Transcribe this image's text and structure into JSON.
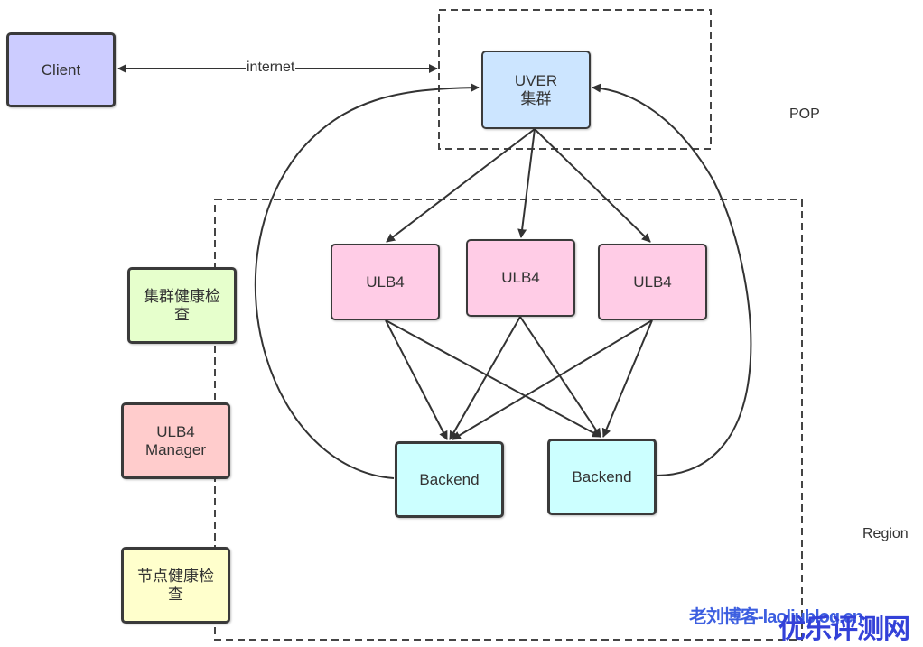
{
  "diagram": {
    "nodes": {
      "client": {
        "label": "Client",
        "color": "#ccccff"
      },
      "uver": {
        "line1": "UVER",
        "line2": "集群",
        "color": "#cce5ff"
      },
      "ulb4_left": {
        "label": "ULB4",
        "color": "#ffcce6"
      },
      "ulb4_mid": {
        "label": "ULB4",
        "color": "#ffcce6"
      },
      "ulb4_right": {
        "label": "ULB4",
        "color": "#ffcce6"
      },
      "backend_left": {
        "label": "Backend",
        "color": "#ccffff"
      },
      "backend_right": {
        "label": "Backend",
        "color": "#ccffff"
      },
      "cluster_health": {
        "line1": "集群健康检",
        "line2": "查",
        "color": "#e6ffcc"
      },
      "ulb4_manager": {
        "line1": "ULB4",
        "line2": "Manager",
        "color": "#ffcccc"
      },
      "node_health": {
        "line1": "节点健康检",
        "line2": "查",
        "color": "#ffffcc"
      }
    },
    "edge_labels": {
      "internet": "internet"
    },
    "regions": {
      "pop": "POP",
      "region": "Region"
    },
    "edges": [
      [
        "client",
        "uver",
        "bidirectional",
        "internet"
      ],
      [
        "uver",
        "ulb4_left"
      ],
      [
        "uver",
        "ulb4_mid"
      ],
      [
        "uver",
        "ulb4_right"
      ],
      [
        "ulb4_left",
        "backend_left"
      ],
      [
        "ulb4_left",
        "backend_right"
      ],
      [
        "ulb4_mid",
        "backend_left"
      ],
      [
        "ulb4_mid",
        "backend_right"
      ],
      [
        "ulb4_right",
        "backend_left"
      ],
      [
        "ulb4_right",
        "backend_right"
      ],
      [
        "backend_left",
        "uver"
      ],
      [
        "backend_right",
        "uver"
      ]
    ]
  },
  "watermark": {
    "blog": "老刘博客-laoliublog.cn",
    "site": "优乐评测网"
  }
}
